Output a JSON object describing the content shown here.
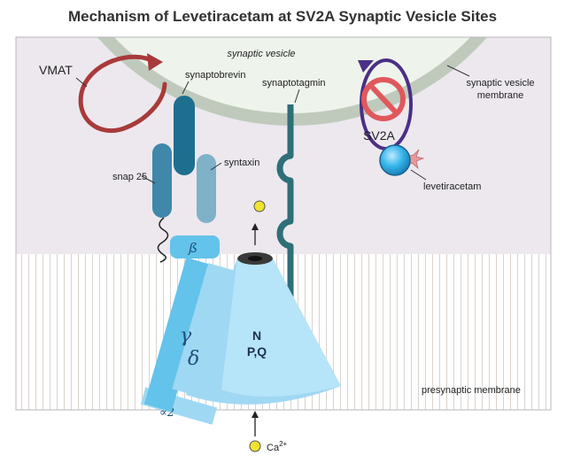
{
  "title": "Mechanism of Levetiracetam at SV2A Synaptic Vesicle Sites",
  "labels": {
    "synaptic_vesicle": "synaptic vesicle",
    "vesicle_membrane_line1": "synaptic vesicle",
    "vesicle_membrane_line2": "membrane",
    "vmat": "VMAT",
    "synaptobrevin": "synaptobrevin",
    "synaptotagmin": "synaptotagmin",
    "syntaxin": "syntaxin",
    "snap25": "snap 25",
    "sv2a": "SV2A",
    "levetiracetam": "levetiracetam",
    "beta": "ß",
    "gamma": "γ",
    "delta": "δ",
    "alpha2": "∝2",
    "channel_line1": "N",
    "channel_line2": "P,Q",
    "presynaptic_membrane": "presynaptic membrane",
    "calcium": "Ca",
    "calcium_charge": "2+"
  },
  "colors": {
    "cytoplasm": "#ece8ee",
    "vesicle_fill": "#eef4ec",
    "vesicle_membrane": "#bfcabd",
    "membrane_stripes": "#d9d3ce",
    "snare_dark": "#1e6f8f",
    "snare_mid": "#3f88aa",
    "snare_light": "#7fb1c9",
    "channel_light": "#9fd8f3",
    "channel_mid": "#63c3ea",
    "vmat_arrow": "#a83a3a",
    "sv2a_loop": "#4b2f86",
    "no_sign": "#e0585c",
    "drug_star": "#e89a9a",
    "calcium_ion": "#f2e42c"
  }
}
